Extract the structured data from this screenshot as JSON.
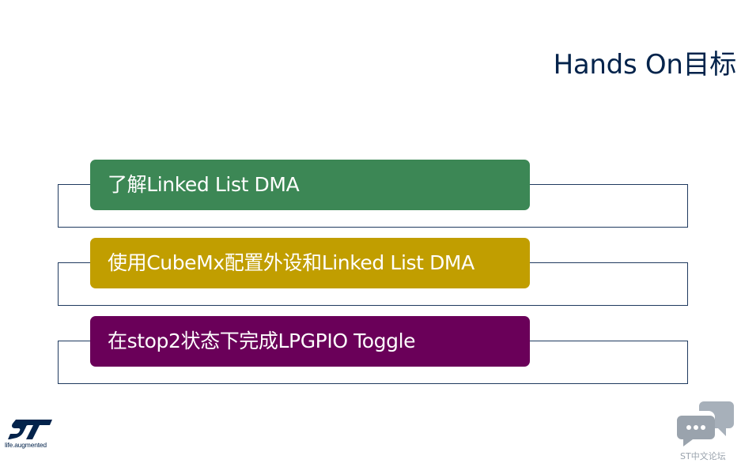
{
  "slide": {
    "title": "Hands On目标"
  },
  "goals": [
    {
      "text": "了解Linked List DMA",
      "color": "#3c8755"
    },
    {
      "text": "使用CubeMx配置外设和Linked List DMA",
      "color": "#c19e00"
    },
    {
      "text": "在stop2状态下完成LPGPIO Toggle",
      "color": "#6a0059"
    }
  ],
  "footer": {
    "logo_text": "ST",
    "tagline": "life.augmented",
    "forum_label": "ST中文论坛",
    "brand_color": "#03234b"
  }
}
